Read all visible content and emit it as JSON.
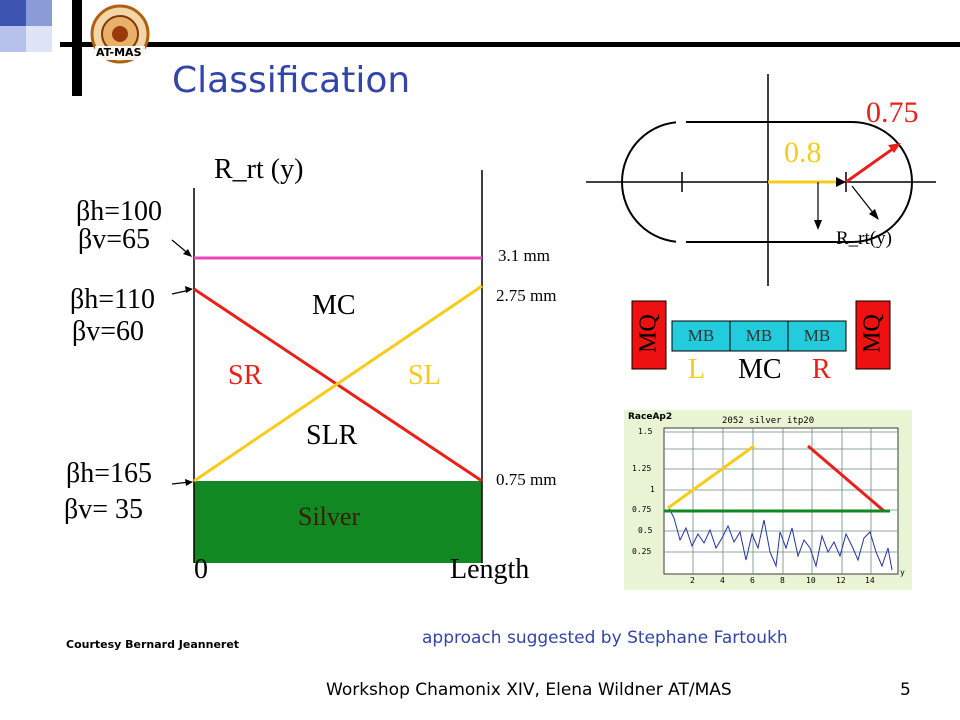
{
  "slide": {
    "title": "Classification",
    "logo_text": "AT-MAS",
    "footer": "Workshop Chamonix XIV, Elena Wildner AT/MAS",
    "page_number": "5",
    "courtesy": "Courtesy Bernard Jeanneret",
    "approach": "approach suggested by Stephane Fartoukh"
  },
  "main_diagram": {
    "y_axis_label": "R_rt (y)",
    "x_origin": "0",
    "x_axis_label": "Length",
    "beta_labels": [
      "βh=100",
      "βv=65",
      "βh=110",
      "βv=60",
      "βh=165",
      "βv= 35"
    ],
    "mm_labels": [
      "3.1 mm",
      "2.75 mm",
      "0.75 mm"
    ],
    "regions": {
      "mc": "MC",
      "sr": "SR",
      "sl": "SL",
      "slr": "SLR",
      "silver": "Silver"
    },
    "colors": {
      "magenta": "#ee44bb",
      "red": "#e8201a",
      "yellow": "#f5cc1a",
      "green": "#118822",
      "silver_text": "#3a1a0a"
    }
  },
  "aperture": {
    "label_075": "0.75",
    "label_08": "0.8",
    "label_rrt": "R_rt(y)",
    "colors": {
      "red": "#e8201a",
      "yellow": "#f5cc1a"
    }
  },
  "magnet_row": {
    "mq_left": "MQ",
    "mq_right": "MQ",
    "mb": [
      "MB",
      "MB",
      "MB"
    ],
    "letter_l": "L",
    "letter_mc": "MC",
    "letter_r": "R",
    "colors": {
      "mq": "#ee1111",
      "mb": "#22ccdd",
      "l": "#f5cc1a",
      "r": "#e8201a"
    }
  },
  "inset_plot": {
    "title": "RaceAp2",
    "subtitle": "2052 silver itp20",
    "y_ticks": [
      "1.5",
      "1.25",
      "1",
      "0.75",
      "0.5",
      "0.25"
    ],
    "x_ticks": [
      "2",
      "4",
      "6",
      "8",
      "10",
      "12",
      "14"
    ],
    "x_end_label": "y"
  }
}
